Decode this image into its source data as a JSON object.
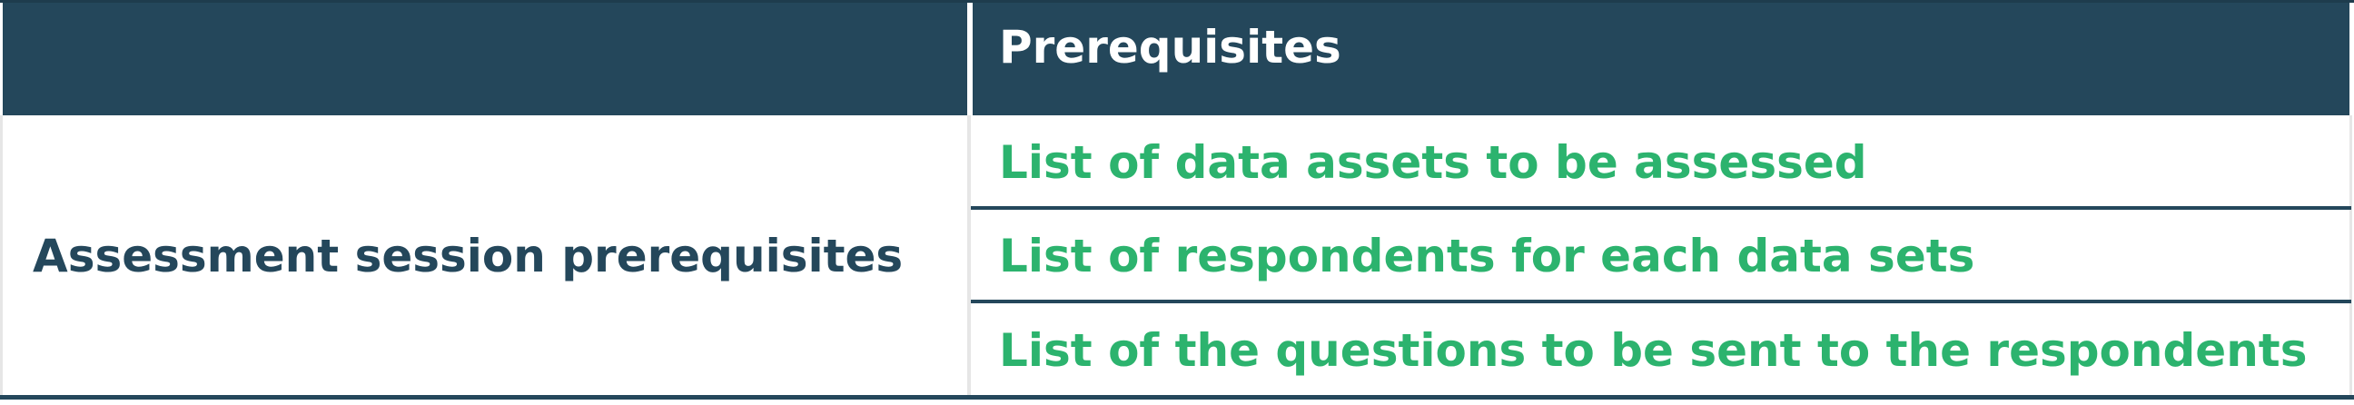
{
  "header": {
    "left_label": "",
    "right_label": "Prerequisites"
  },
  "body": {
    "category": "Assessment session prerequisites",
    "items": [
      "List of data assets to be assessed",
      "List of respondents for each data sets",
      "List of the questions to be sent to the respondents"
    ]
  },
  "colors": {
    "header_bg": "#24475b",
    "header_text": "#ffffff",
    "category_text": "#24475b",
    "item_text": "#2cb36e",
    "separator": "#24475b"
  }
}
